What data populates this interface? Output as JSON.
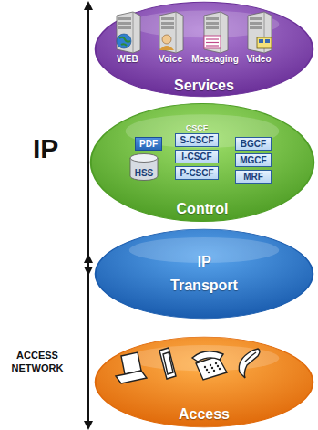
{
  "diagram": {
    "nodes": [
      {
        "text": [
          "Services"
        ]
      },
      {
        "text": [
          "WEB"
        ],
        "in": 0
      },
      {
        "text": [
          "Voice"
        ],
        "in": 0
      },
      {
        "text": [
          "Messaging"
        ],
        "in": 0
      },
      {
        "text": [
          "Video"
        ],
        "in": 0
      },
      {
        "text": [
          "Control"
        ]
      },
      {
        "text": [
          "PDF"
        ],
        "in": 5
      },
      {
        "text": [
          "S-CSCF"
        ],
        "in": 5
      },
      {
        "text": [
          "BGCF"
        ],
        "in": 5
      },
      {
        "text": [
          "HSS"
        ],
        "in": 5
      },
      {
        "text": [
          "I-CSCF"
        ],
        "in": 5
      },
      {
        "text": [
          "MGCF"
        ],
        "in": 5
      },
      {
        "text": [
          "P-CSCF"
        ],
        "in": 5
      },
      {
        "text": [
          "MRF"
        ],
        "in": 5
      },
      {
        "text": [
          "IP",
          "Transport"
        ]
      },
      {
        "text": [
          "Access"
        ]
      }
    ],
    "labels": [
      "CSCF",
      "IP",
      "ACCESS NETWORK"
    ]
  }
}
